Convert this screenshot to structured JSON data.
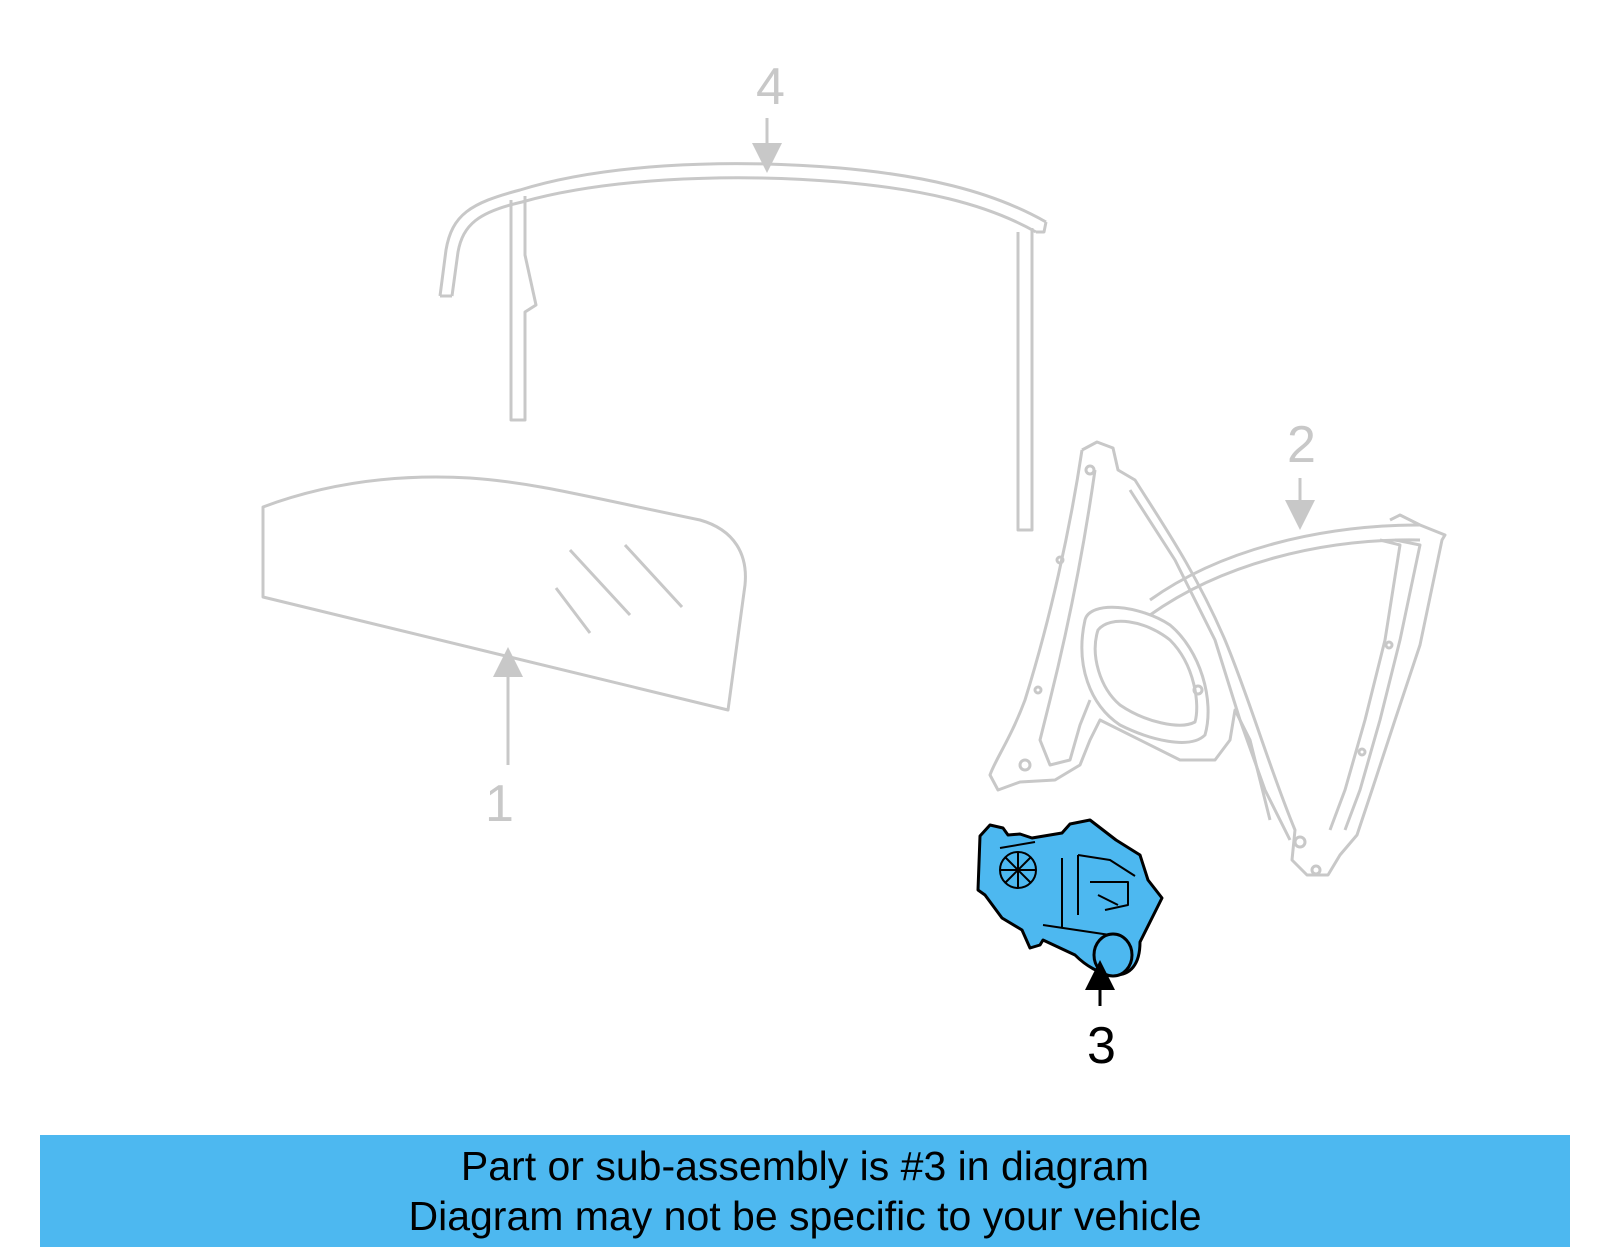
{
  "callouts": {
    "part_1": "1",
    "part_2": "2",
    "part_3": "3",
    "part_4": "4"
  },
  "highlight_part": "3",
  "colors": {
    "highlight_fill": "#4db8f0",
    "outline_inactive": "#c8c8c8",
    "outline_active": "#000000",
    "banner_background": "#4db8f0"
  },
  "banner": {
    "line1": "Part or sub-assembly is #3 in diagram",
    "line2": "Diagram may not be specific to your vehicle"
  }
}
